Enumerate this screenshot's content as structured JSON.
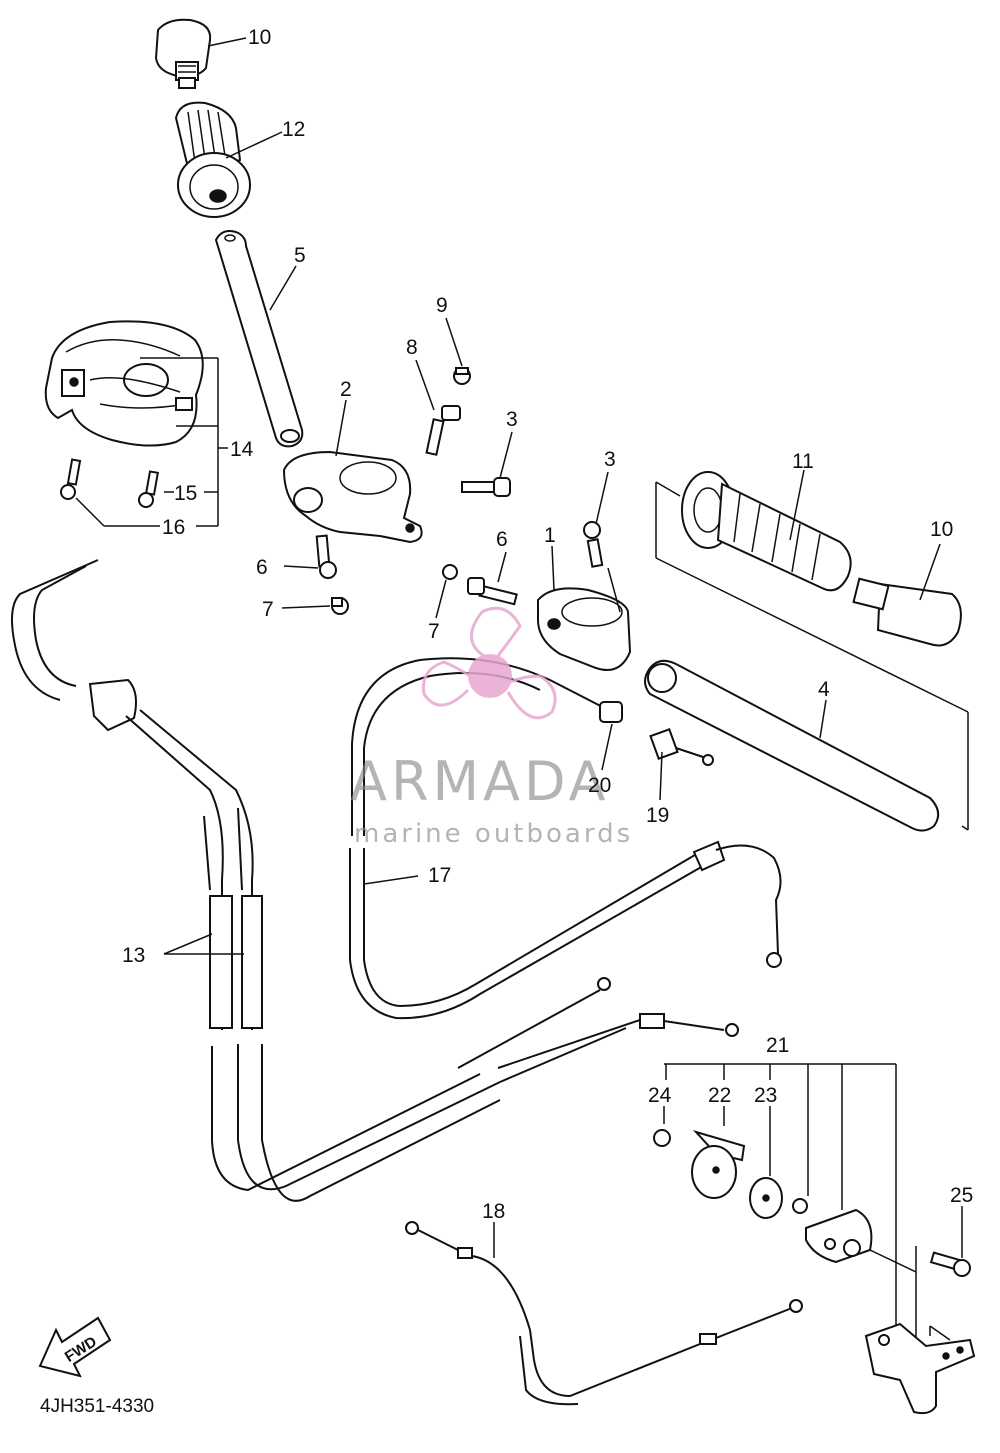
{
  "diagram": {
    "part_code": "4JH351-4330",
    "callouts": {
      "c1": "1",
      "c2": "2",
      "c3a": "3",
      "c3b": "3",
      "c4": "4",
      "c5": "5",
      "c6a": "6",
      "c6b": "6",
      "c7a": "7",
      "c7b": "7",
      "c8": "8",
      "c9": "9",
      "c10a": "10",
      "c10b": "10",
      "c11": "11",
      "c12": "12",
      "c13": "13",
      "c14": "14",
      "c15": "15",
      "c16": "16",
      "c17": "17",
      "c18": "18",
      "c19": "19",
      "c20": "20",
      "c21": "21",
      "c22": "22",
      "c23": "23",
      "c24": "24",
      "c25": "25"
    },
    "fwd_label": "FWD"
  },
  "watermark": {
    "brand": "ARMADA",
    "tagline": "marine outboards",
    "brand_color": "#e8a6cf"
  }
}
